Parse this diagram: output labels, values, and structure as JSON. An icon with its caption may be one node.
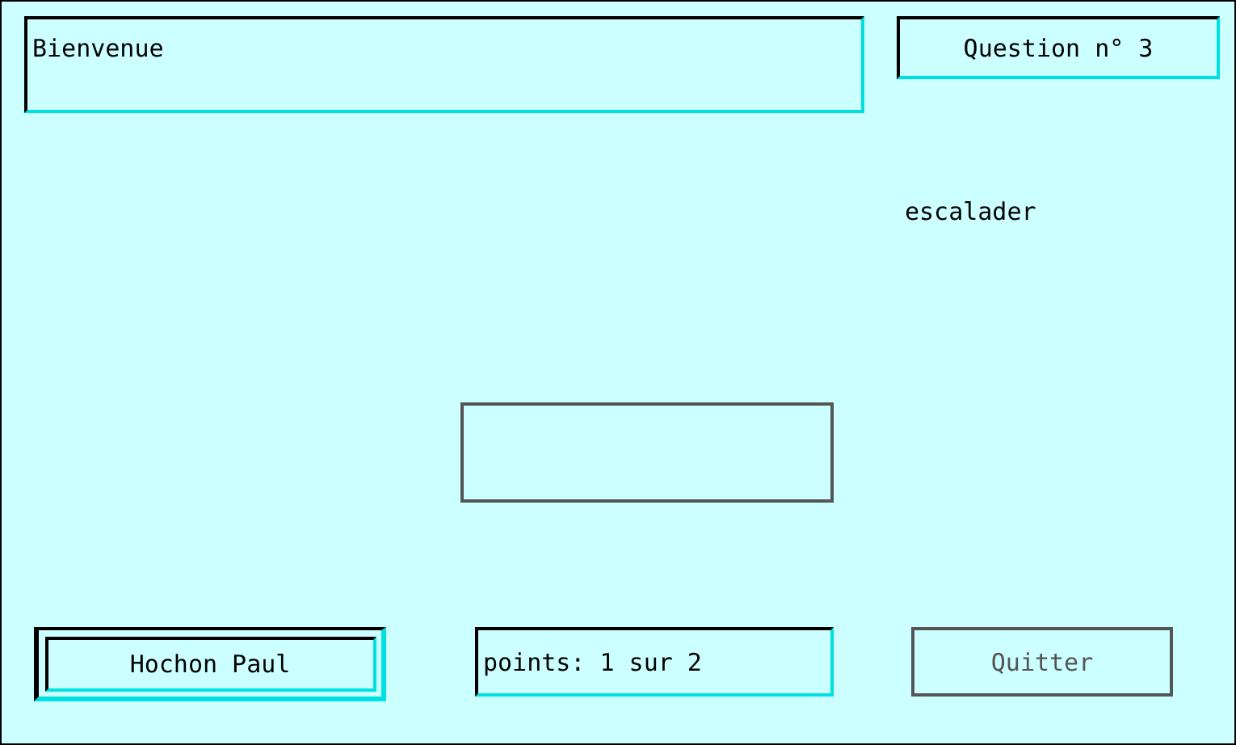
{
  "diagram": {
    "nodes": [
      {
        "text": [
          "Bienvenue"
        ]
      },
      {
        "text": [
          "Question n° 3"
        ]
      },
      {
        "text": [],
        "shape": "box"
      },
      {
        "text": [
          "Hochon Paul"
        ]
      },
      {
        "text": [
          "points: 1 sur 2"
        ]
      },
      {
        "text": [
          "Quitter"
        ]
      }
    ],
    "labels": [
      "escalader"
    ]
  }
}
